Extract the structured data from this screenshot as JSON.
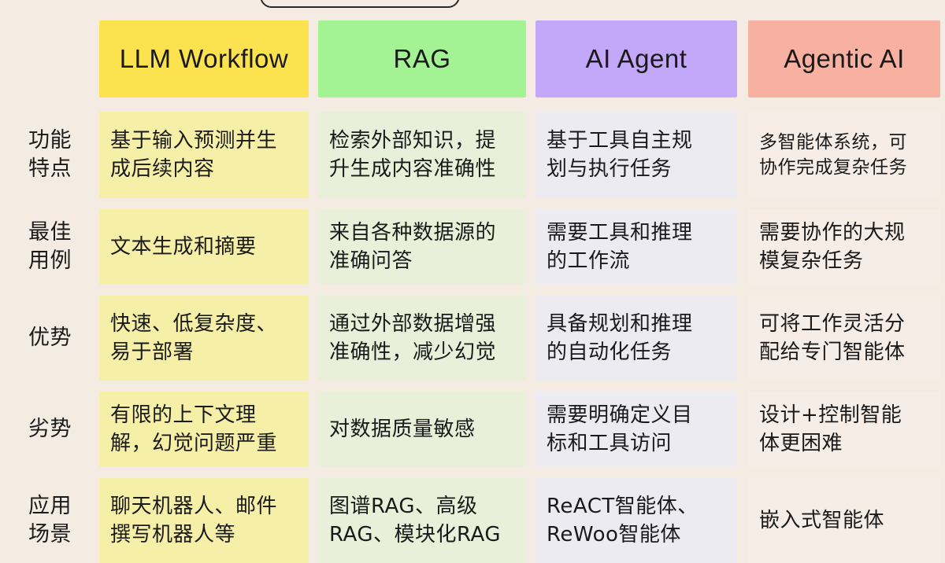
{
  "headers": [
    "LLM Workflow",
    "RAG",
    "AI Agent",
    "Agentic AI"
  ],
  "rows": [
    {
      "label": "功能\n特点",
      "cells": [
        "基于输入预测并生\n成后续内容",
        "检索外部知识，提\n升生成内容准确性",
        "基于工具自主规\n划与执行任务",
        "多智能体系统，可\n协作完成复杂任务"
      ]
    },
    {
      "label": "最佳\n用例",
      "cells": [
        "文本生成和摘要",
        "来自各种数据源的\n准确问答",
        "需要工具和推理\n的工作流",
        "需要协作的大规\n模复杂任务"
      ]
    },
    {
      "label": "优势",
      "cells": [
        "快速、低复杂度、\n易于部署",
        "通过外部数据增强\n准确性，减少幻觉",
        "具备规划和推理\n的自动化任务",
        "可将工作灵活分\n配给专门智能体"
      ]
    },
    {
      "label": "劣势",
      "cells": [
        "有限的上下文理\n解，幻觉问题严重",
        "对数据质量敏感",
        "需要明确定义目\n标和工具访问",
        "设计+控制智能\n体更困难"
      ]
    },
    {
      "label": "应用\n场景",
      "cells": [
        "聊天机器人、邮件\n撰写机器人等",
        "图谱RAG、高级\nRAG、模块化RAG",
        "ReACT智能体、\nReWoo智能体",
        "嵌入式智能体"
      ]
    }
  ]
}
